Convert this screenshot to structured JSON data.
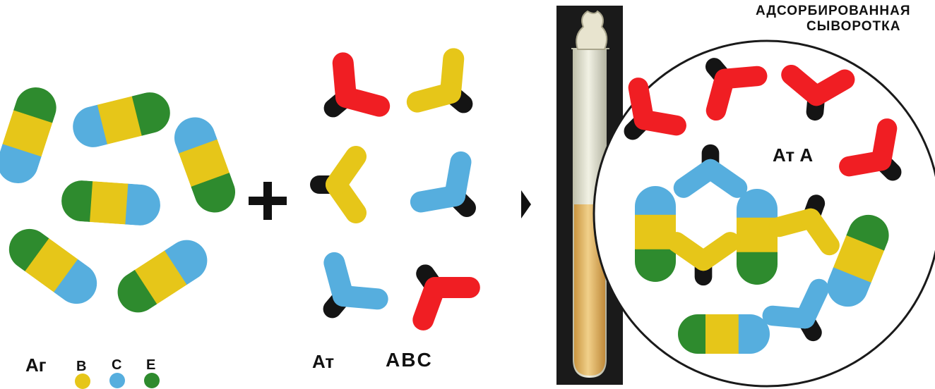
{
  "header": {
    "line1": "АДСОРБИРОВАННАЯ",
    "line2": "СЫВОРОТКА"
  },
  "labels": {
    "antigen": "Аг",
    "antibody": "Ат",
    "antibody_types": "ABC",
    "adsorbed_antibody": "Ат А"
  },
  "legend": [
    {
      "letter": "B",
      "color": "#e6c619"
    },
    {
      "letter": "C",
      "color": "#56aede"
    },
    {
      "letter": "E",
      "color": "#2e8b2e"
    }
  ],
  "colors": {
    "yellow": "#e6c619",
    "blue": "#56aede",
    "green": "#2e8b2e",
    "red": "#f01e23",
    "black": "#141414",
    "tube_panel": "#1a1a1a",
    "serum": "#e2b96a"
  },
  "icons": {
    "plus": "plus-sign-icon",
    "arrow": "right-arrow-icon",
    "tube": "test-tube-icon"
  }
}
